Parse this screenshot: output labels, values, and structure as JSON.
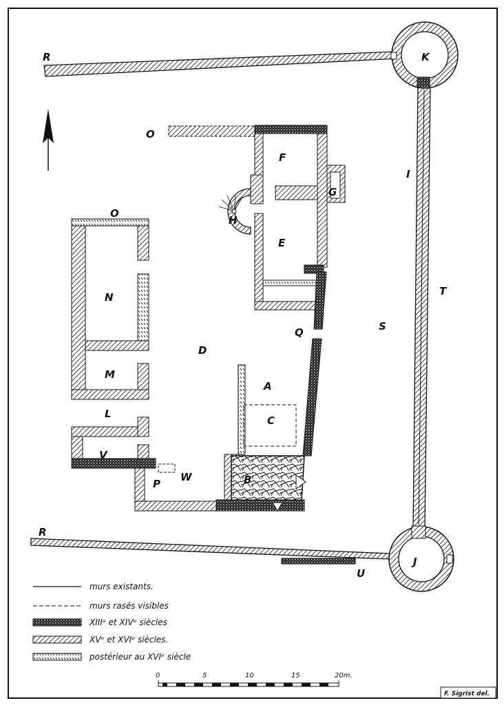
{
  "labels": {
    "R1": "R",
    "R2": "R",
    "K": "K",
    "J": "J",
    "O1": "O",
    "O2": "O",
    "F": "F",
    "G": "G",
    "H": "H",
    "E": "E",
    "I": "I",
    "T": "T",
    "S": "S",
    "Q": "Q",
    "N": "N",
    "D": "D",
    "M": "M",
    "A": "A",
    "C": "C",
    "L": "L",
    "V": "V",
    "W": "W",
    "P": "P",
    "B": "B",
    "U": "U"
  },
  "legend": [
    {
      "key": "existing",
      "text": "murs existants."
    },
    {
      "key": "razed",
      "text": "murs rasés visibles"
    },
    {
      "key": "c13",
      "text": "XIIIᵉ et XIVᵉ siècles"
    },
    {
      "key": "c15",
      "text": "XVᵉ et XVIᵉ siècles."
    },
    {
      "key": "post",
      "text": "postérieur au XVIᵉ siècle"
    }
  ],
  "scale": {
    "ticks": [
      "0",
      "5",
      "10",
      "15",
      "20m."
    ]
  },
  "credit": "F. Sigrist del.",
  "colors": {
    "ink": "#111111",
    "paper": "#ffffff"
  }
}
